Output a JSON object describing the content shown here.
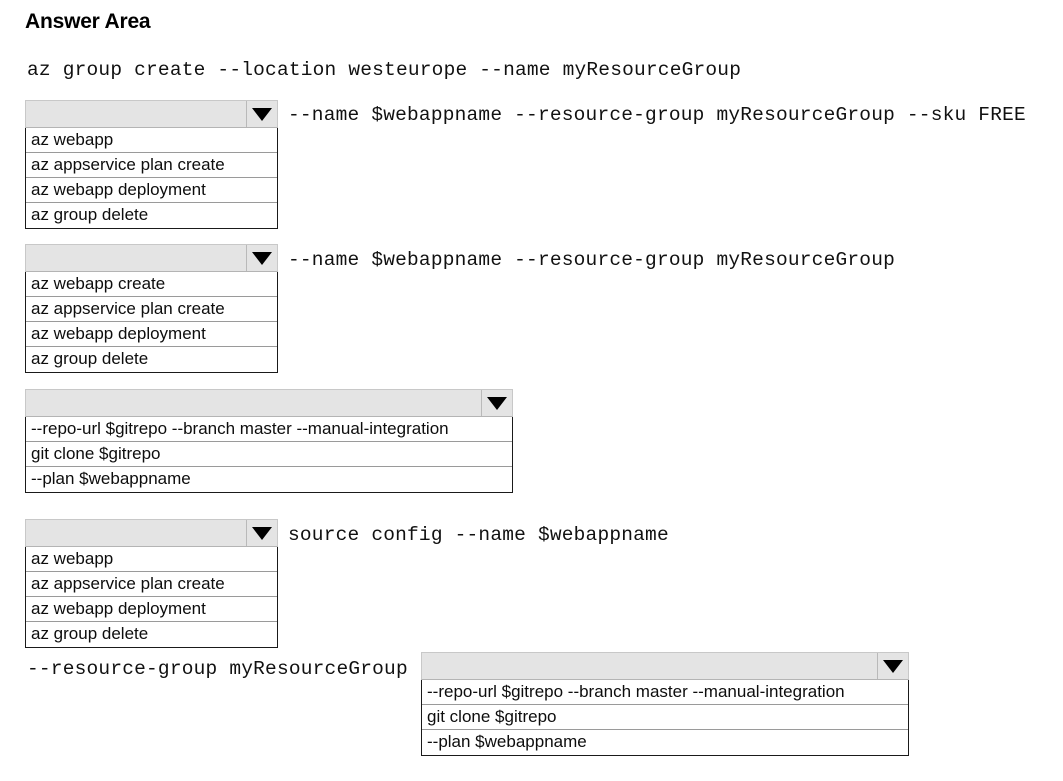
{
  "page": {
    "title": "Answer Area"
  },
  "commands": [
    {
      "id": "cmd-1",
      "text": "az group create --location westeurope --name myResourceGroup"
    },
    {
      "id": "cmd-2",
      "text": "--name $webappname --resource-group myResourceGroup --sku FREE"
    },
    {
      "id": "cmd-3",
      "text": "--name $webappname --resource-group myResourceGroup"
    },
    {
      "id": "cmd-4",
      "text": "source config --name $webappname"
    },
    {
      "id": "cmd-5",
      "text": "--resource-group myResourceGroup"
    }
  ],
  "dropdowns": [
    {
      "id": "dropdown-1",
      "selected": "",
      "arrow_icon": "chevron-down-icon",
      "options": [
        "az webapp",
        "az appservice plan create",
        "az webapp deployment",
        "az group delete"
      ]
    },
    {
      "id": "dropdown-2",
      "selected": "",
      "arrow_icon": "chevron-down-icon",
      "options": [
        "az webapp create",
        "az appservice plan create",
        "az webapp deployment",
        "az group delete"
      ]
    },
    {
      "id": "dropdown-3",
      "selected": "",
      "arrow_icon": "chevron-down-icon",
      "options": [
        "--repo-url $gitrepo --branch master --manual-integration",
        "git clone $gitrepo",
        "--plan $webappname"
      ]
    },
    {
      "id": "dropdown-4",
      "selected": "",
      "arrow_icon": "chevron-down-icon",
      "options": [
        "az webapp",
        "az appservice plan create",
        "az webapp deployment",
        "az group delete"
      ]
    },
    {
      "id": "dropdown-5",
      "selected": "",
      "arrow_icon": "chevron-down-icon",
      "options": [
        "--repo-url $gitrepo  --branch master --manual-integration",
        "git clone $gitrepo",
        "--plan $webappname"
      ]
    }
  ],
  "colors": {
    "button_fill": "#e4e4e4",
    "list_border": "#1a1a1a",
    "row_divider": "#9a9a9a",
    "background": "#ffffff",
    "text": "#000000"
  }
}
